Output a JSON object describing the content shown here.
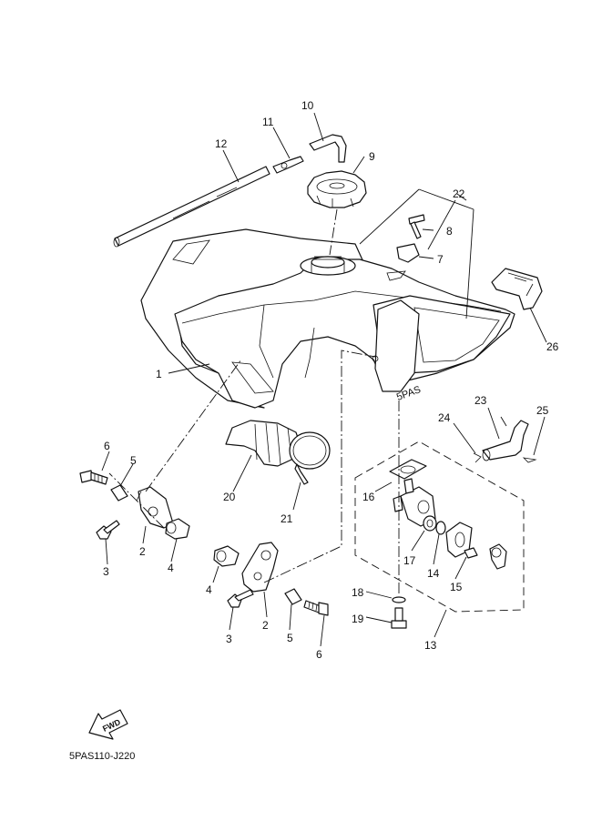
{
  "diagram": {
    "labels": [
      {
        "id": "l1",
        "text": "1"
      },
      {
        "id": "l2a",
        "text": "2"
      },
      {
        "id": "l2b",
        "text": "2"
      },
      {
        "id": "l3a",
        "text": "3"
      },
      {
        "id": "l3b",
        "text": "3"
      },
      {
        "id": "l4a",
        "text": "4"
      },
      {
        "id": "l4b",
        "text": "4"
      },
      {
        "id": "l5a",
        "text": "5"
      },
      {
        "id": "l5b",
        "text": "5"
      },
      {
        "id": "l6a",
        "text": "6"
      },
      {
        "id": "l6b",
        "text": "6"
      },
      {
        "id": "l7",
        "text": "7"
      },
      {
        "id": "l8",
        "text": "8"
      },
      {
        "id": "l9",
        "text": "9"
      },
      {
        "id": "l10",
        "text": "10"
      },
      {
        "id": "l11",
        "text": "11"
      },
      {
        "id": "l12",
        "text": "12"
      },
      {
        "id": "l13",
        "text": "13"
      },
      {
        "id": "l14",
        "text": "14"
      },
      {
        "id": "l15",
        "text": "15"
      },
      {
        "id": "l16",
        "text": "16"
      },
      {
        "id": "l17",
        "text": "17"
      },
      {
        "id": "l18",
        "text": "18"
      },
      {
        "id": "l19",
        "text": "19"
      },
      {
        "id": "l20",
        "text": "20"
      },
      {
        "id": "l21",
        "text": "21"
      },
      {
        "id": "l22",
        "text": "22"
      },
      {
        "id": "l23",
        "text": "23"
      },
      {
        "id": "l24",
        "text": "24"
      },
      {
        "id": "l25",
        "text": "25"
      },
      {
        "id": "l26",
        "text": "26"
      }
    ],
    "fwd_text": "FWD",
    "tank_stamp": "5PAS",
    "drawing_code": "5PAS110-J220"
  }
}
